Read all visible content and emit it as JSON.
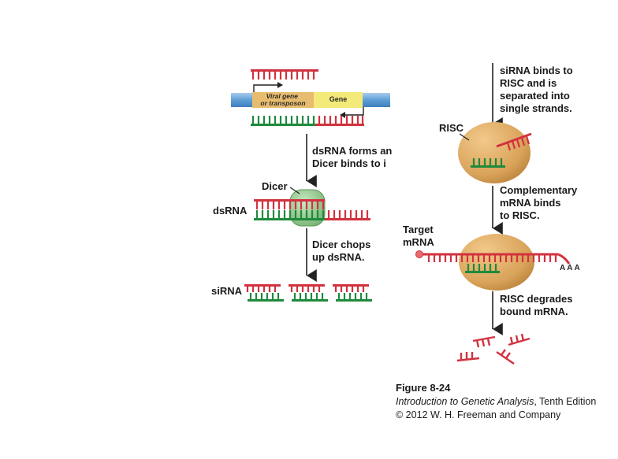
{
  "labels": {
    "viral_gene": "Viral gene\nor transposon",
    "gene": "Gene",
    "step1": "dsRNA forms an\nDicer binds to i",
    "dicer": "Dicer",
    "dsrna": "dsRNA",
    "step2": "Dicer chops\nup dsRNA.",
    "sirna": "siRNA",
    "step3": "siRNA binds to\nRISC and is\nseparated into\nsingle strands.",
    "risc": "RISC",
    "step4": "Complementary\nmRNA binds\nto RISC.",
    "target": "Target\nmRNA",
    "polya": "A A A",
    "step5": "RISC degrades\nbound mRNA."
  },
  "caption": {
    "figure": "Figure 8-24",
    "book": "Introduction to Genetic Analysis",
    "edition": ", Tenth Edition",
    "copyright": "© 2012 W. H. Freeman and Company"
  },
  "colors": {
    "red_strand": "#d2323f",
    "green_strand": "#1f8a3c",
    "dna_blue": "#6aa6d8",
    "gene_orange": "#e7bc6e",
    "gene_yellow": "#f3ea7a",
    "risc": "#d9a35a",
    "dicer": "#8dc98a"
  }
}
